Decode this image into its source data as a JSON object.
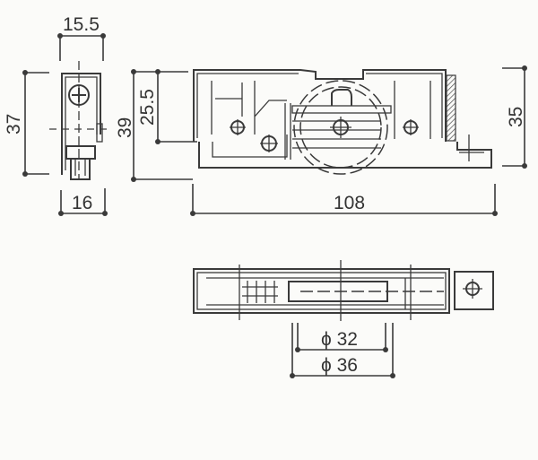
{
  "dimensions": {
    "side_width_top": "15.5",
    "side_height": "37",
    "side_width_bottom": "16",
    "overall_height": "39",
    "axle_height": "25.5",
    "right_height": "35",
    "overall_length": "108",
    "wheel_inner_dia": "ϕ 32",
    "wheel_outer_dia": "ϕ 36"
  },
  "colors": {
    "line": "#3a3a3a",
    "background": "#fbfbf9"
  }
}
